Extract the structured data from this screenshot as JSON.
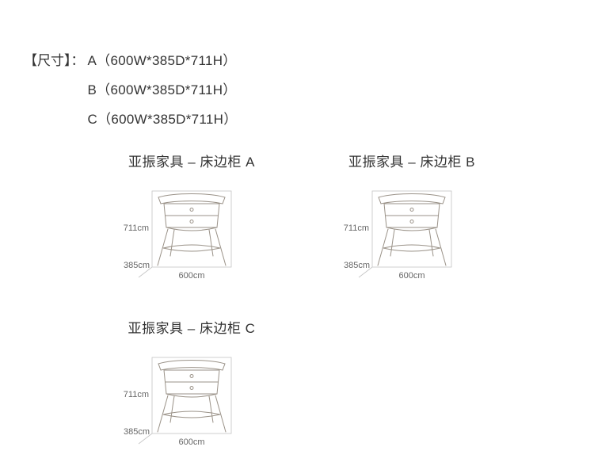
{
  "header": {
    "label": "【尺寸】：",
    "sizes": [
      "A（600W*385D*711H）",
      "B（600W*385D*711H）",
      "C（600W*385D*711H）"
    ]
  },
  "figures": [
    {
      "title": "亚振家具 – 床边柜 A",
      "height": "711cm",
      "depth": "385cm",
      "width": "600cm"
    },
    {
      "title": "亚振家具 – 床边柜 B",
      "height": "711cm",
      "depth": "385cm",
      "width": "600cm"
    },
    {
      "title": "亚振家具 – 床边柜 C",
      "height": "711cm",
      "depth": "385cm",
      "width": "600cm"
    }
  ],
  "colors": {
    "text": "#333333",
    "dimension_text": "#666666",
    "sketch_line": "#9a9288",
    "dimension_line": "#c4c4c4"
  }
}
